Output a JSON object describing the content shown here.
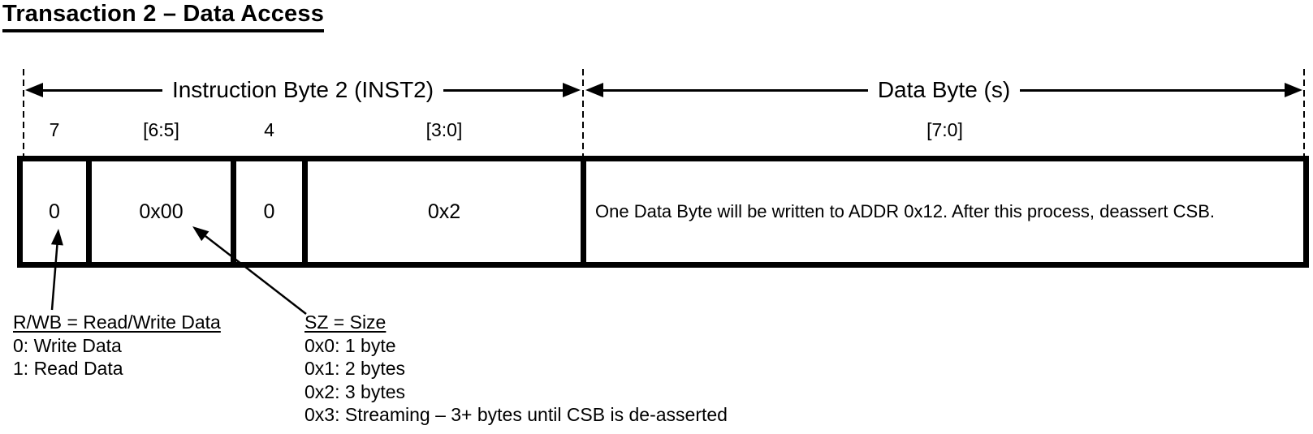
{
  "title": "Transaction 2 – Data Access",
  "sections": [
    {
      "label": "Instruction Byte 2 (INST2)"
    },
    {
      "label": "Data Byte (s)"
    }
  ],
  "fields": [
    {
      "bits": "7",
      "value": "0"
    },
    {
      "bits": "[6:5]",
      "value": "0x00"
    },
    {
      "bits": "4",
      "value": "0"
    },
    {
      "bits": "[3:0]",
      "value": "0x2"
    },
    {
      "bits": "[7:0]",
      "value": "One Data Byte will be written to ADDR 0x12. After this process, deassert CSB."
    }
  ],
  "annotations": {
    "rwb": {
      "title": "R/WB = Read/Write Data",
      "items": [
        "0: Write Data",
        "1: Read Data"
      ]
    },
    "sz": {
      "title": "SZ = Size",
      "items": [
        "0x0: 1 byte",
        "0x1: 2 bytes",
        "0x2: 3 bytes",
        "0x3: Streaming – 3+ bytes until CSB is de-asserted"
      ]
    }
  },
  "colors": {
    "ink": "#000000",
    "background": "#ffffff"
  }
}
